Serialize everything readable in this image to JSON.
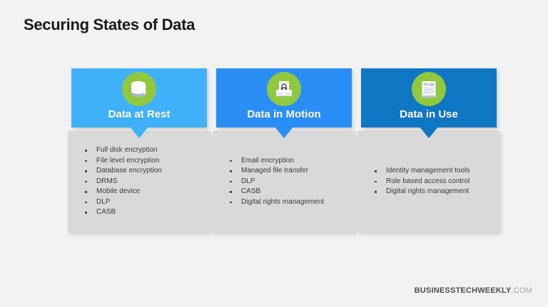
{
  "page": {
    "title": "Securing States of Data",
    "background_color": "#f2f2f2"
  },
  "cards": [
    {
      "title": "Data at Rest",
      "header_color": "#3fb0fa",
      "badge_color": "#92c83e",
      "icon": "database-icon",
      "items": [
        "Full disk encryption",
        "File level encryption",
        "Database encryption",
        "DRMS",
        "Mobile device",
        "DLP",
        "CASB"
      ]
    },
    {
      "title": "Data in Motion",
      "header_color": "#2a8ef7",
      "badge_color": "#92c83e",
      "icon": "envelope-lock-icon",
      "items": [
        "Email encryption",
        "Managed file transfer",
        "DLP",
        "CASB",
        "Digital rights management"
      ]
    },
    {
      "title": "Data in Use",
      "header_color": "#0f76c3",
      "badge_color": "#92c83e",
      "icon": "document-icon",
      "items": [
        "Identity management tools",
        "Role based access control",
        "Digital rights management"
      ]
    }
  ],
  "footer": {
    "brand": "BUSINESSTECHWEEKLY",
    "tld": ".COM"
  }
}
